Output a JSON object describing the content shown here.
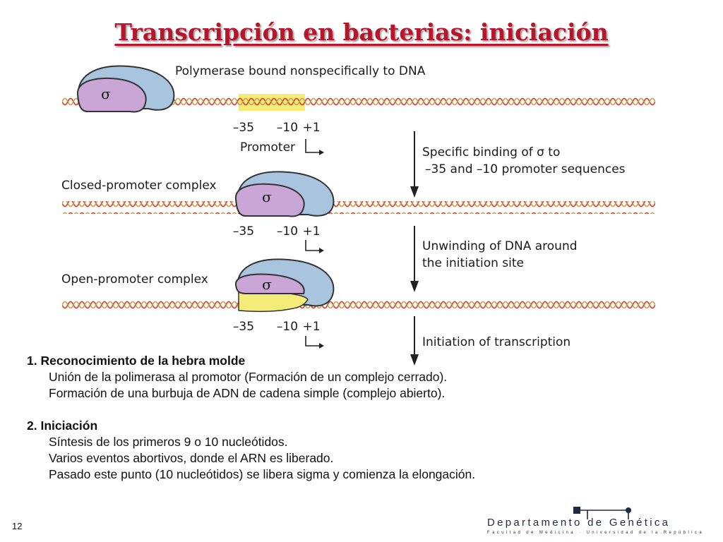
{
  "title": "Transcripción en bacterias: iniciación",
  "figure": {
    "stage1": {
      "label": "Polymerase bound nonspecifically to DNA",
      "promoter_label": "Promoter"
    },
    "stage2": {
      "label": "Closed-promoter complex"
    },
    "stage3": {
      "label": "Open-promoter complex"
    },
    "sigma_symbol": "σ",
    "positions": [
      "–35",
      "–10",
      "+1"
    ],
    "steps": [
      {
        "line1": "Specific binding of σ to",
        "line2": "–35 and –10 promoter sequences"
      },
      {
        "line1": "Unwinding of DNA around",
        "line2": "the initiation site"
      },
      {
        "line1": "Initiation of transcription"
      }
    ],
    "colors": {
      "dna_red": "#d9442b",
      "dna_tan": "#c9a35a",
      "promoter_yellow": "#f3ec78",
      "polymerase_blue": "#a8c4df",
      "sigma_purple": "#c9a6d6"
    }
  },
  "notes": {
    "section1": {
      "heading": "1. Reconocimiento de la hebra molde",
      "line1": "Unión de la polimerasa al promotor (Formación de un complejo cerrado).",
      "line2": "Formación de una burbuja de ADN de cadena simple (complejo abierto)."
    },
    "section2": {
      "heading": "2. Iniciación",
      "line1": "Síntesis de los primeros 9 o 10  nucleótidos.",
      "line2": "Varios eventos abortivos, donde el ARN es liberado.",
      "line3": "Pasado este punto (10 nucleótidos) se libera sigma y comienza la elongación."
    }
  },
  "footer": {
    "page_number": "12",
    "logo_name": "Departamento de Genética",
    "logo_sub": "Facultad de Medicina · Universidad de la República"
  }
}
